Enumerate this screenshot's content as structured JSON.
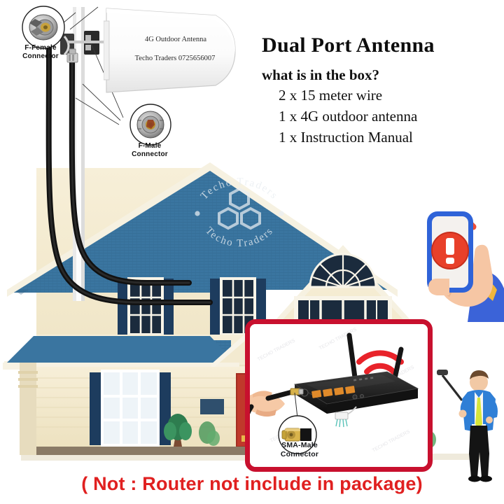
{
  "headline": {
    "title": "Dual Port Antenna",
    "question": "what is in the box?",
    "items": [
      "2 x 15 meter wire",
      "1 x 4G outdoor antenna",
      "1 x Instruction Manual"
    ]
  },
  "antenna": {
    "label_line1": "4G Outdoor Antenna",
    "label_line2": "Techo Traders 0725656007",
    "product_name": "4G Outdoor Antenna",
    "brand": "Techo Traders",
    "phone": "0725656007"
  },
  "callouts": {
    "f_female": {
      "line1": "F-Female",
      "line2": "Connector"
    },
    "f_male": {
      "line1": "F-Male",
      "line2": "Connector"
    },
    "sma_male": {
      "line1": "SMA-Male",
      "line2": "Connector"
    }
  },
  "watermark": {
    "arc_top": "Techo Traders",
    "arc_bottom": "Techo Traders",
    "repeat_text": "TECHO TRADERS"
  },
  "note": "( Not : Router not include in package)",
  "colors": {
    "roof_blue": "#3a75a0",
    "siding_cream": "#f3ead0",
    "shutter_navy": "#1d3c5e",
    "door_red": "#c0392b",
    "accent_red": "#c8102e",
    "note_red": "#e02020",
    "wifi_red": "#e8232a",
    "phone_blue": "#2f63d8",
    "person_jacket": "#2f7fd6",
    "person_tie": "#d7e63a"
  },
  "icons": {
    "wifi": "wifi-icon",
    "alert": "alert-icon",
    "hexagon_logo": "hexagon-logo-icon"
  }
}
